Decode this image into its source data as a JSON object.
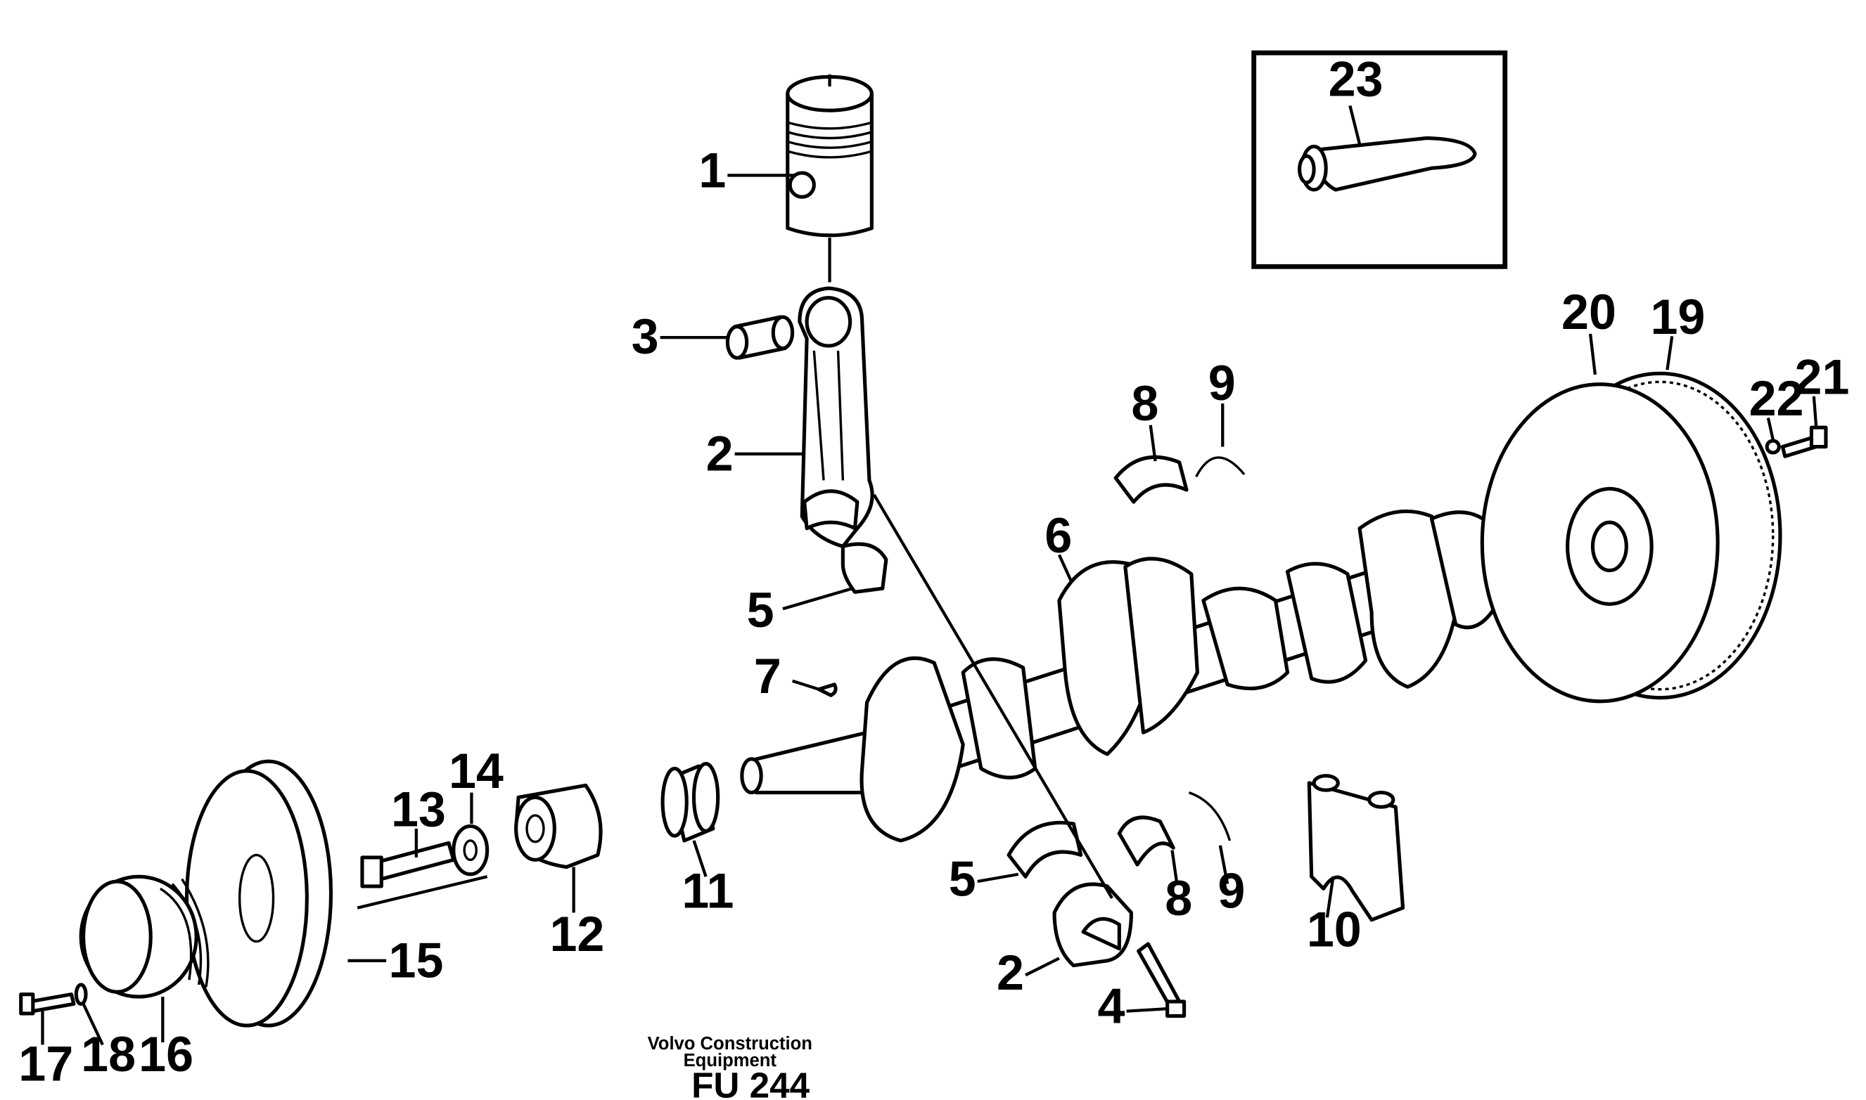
{
  "diagram": {
    "callouts": [
      "1",
      "2",
      "3",
      "5",
      "7",
      "8",
      "9",
      "6",
      "20",
      "19",
      "22",
      "21",
      "23",
      "14",
      "13",
      "12",
      "11",
      "15",
      "16",
      "17",
      "18",
      "5",
      "8",
      "9",
      "2",
      "4",
      "10"
    ],
    "footer": {
      "company_line1": "Volvo Construction",
      "company_line2": "Equipment",
      "drawing_code": "FU 244"
    }
  }
}
